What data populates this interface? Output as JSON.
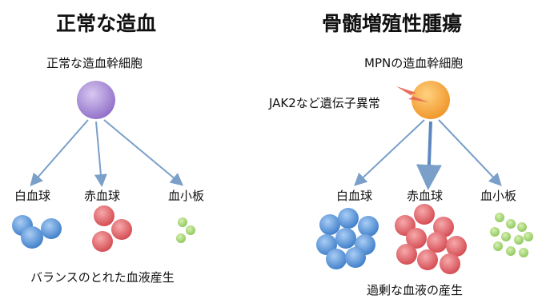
{
  "left": {
    "title": "正常な造血",
    "stem_label": "正常な造血幹細胞",
    "cells": [
      "白血球",
      "赤血球",
      "血小板"
    ],
    "footer": "バランスのとれた血液産生"
  },
  "right": {
    "title": "骨髄増殖性腫瘍",
    "stem_label": "MPNの造血幹細胞",
    "mutation_label": "JAK2など遺伝子異常",
    "cells": [
      "白血球",
      "赤血球",
      "血小板"
    ],
    "footer": "過剰な血液の産生"
  },
  "colors": {
    "normal_stem": "#a98fd6",
    "mpn_stem": "#f4a63a",
    "mutation_bolt": "#e8705a",
    "arrow": "#7a9fc9",
    "white_cell": "#4f8fd8",
    "red_cell": "#e05d63",
    "platelet": "#9fd36b"
  }
}
